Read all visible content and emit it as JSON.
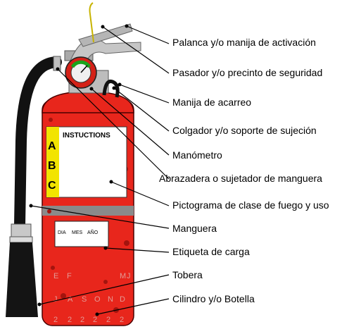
{
  "labels": [
    "Palanca y/o manija de activación",
    "Pasador y/o precinto de seguridad",
    "Manija de acarreo",
    "Colgador y/o soporte de sujeción",
    "Manómetro",
    "Abrazadera o sujetador de manguera",
    "Pictograma de clase de fuego y uso",
    "Manguera",
    "Etiqueta de carga",
    "Tobera",
    "Cilindro y/o Botella"
  ],
  "extinguisher": {
    "instructions_title": "INSTUCTIONS",
    "class_letters": [
      "A",
      "B",
      "C"
    ],
    "tag_headers": [
      "DIA",
      "MES",
      "AÑO"
    ],
    "month_row_1": [
      "E",
      "F",
      "M"
    ],
    "month_row_1_tail": "J",
    "month_row_2": [
      "J",
      "A",
      "S",
      "O",
      "N",
      "D"
    ],
    "year_row": [
      "2",
      "2",
      "2",
      "2",
      "2",
      "2"
    ]
  },
  "colors": {
    "cylinder": "#e8261c",
    "hose": "#111111",
    "valve_metal": "#a9a9a9",
    "class_strip": "#f2e400"
  }
}
